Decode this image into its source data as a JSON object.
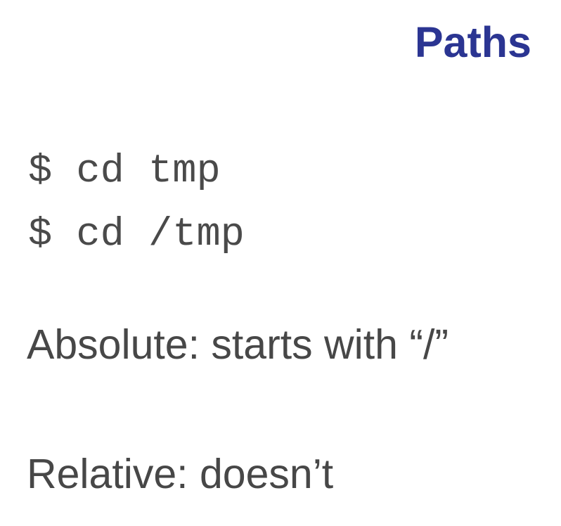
{
  "slide": {
    "title": "Paths",
    "code_lines": [
      "$ cd tmp",
      "$ cd /tmp"
    ],
    "absolute_text": "Absolute: starts with “/”",
    "relative_text": "Relative: doesn’t",
    "colors": {
      "title": "#2b3592",
      "body": "#474747",
      "code": "#4a4a4a",
      "background": "#ffffff"
    }
  }
}
